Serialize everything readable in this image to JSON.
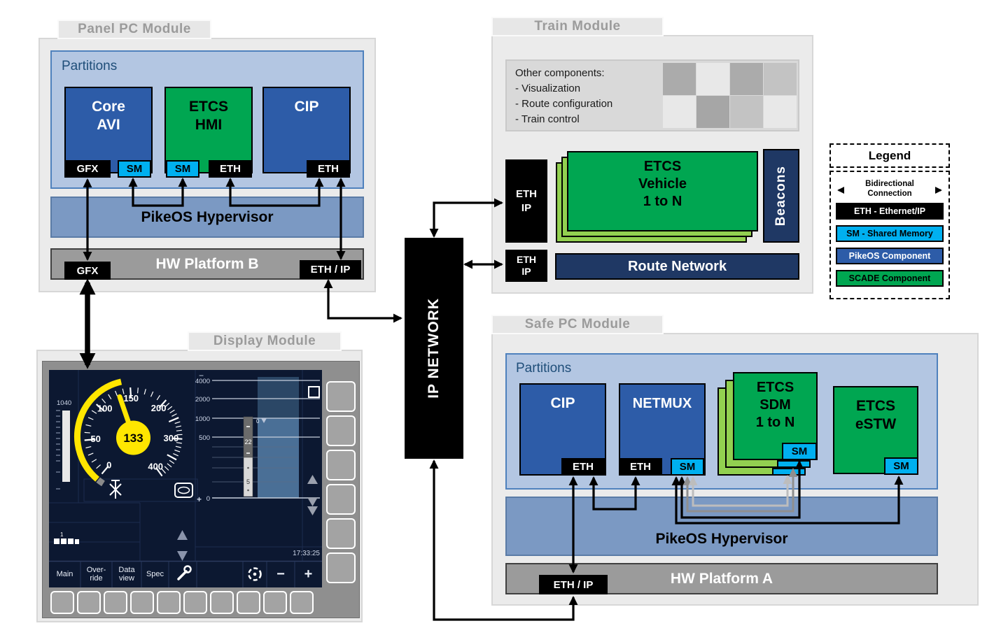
{
  "palette": {
    "pikeos_component_blue": "#2d5ca8",
    "scade_component_green": "#00a651",
    "stack_light_green": "#92d050",
    "shared_memory_cyan": "#00b0f0",
    "ethernet_black": "#000000",
    "deep_navy": "#1f3864",
    "hypervisor_blue": "#7b99c3",
    "partitions_light_blue": "#b3c6e2",
    "hw_platform_gray": "#9b9b9b",
    "dmi_screen_navy": "#0c1831",
    "dmi_speed_yellow": "#ffe600"
  },
  "panel": {
    "title": "Panel PC Module",
    "partitions": "Partitions",
    "core_avi": "Core\nAVI",
    "etcs_hmi": "ETCS\nHMI",
    "cip": "CIP",
    "tag_gfx": "GFX",
    "tag_sm_a": "SM",
    "tag_sm_b": "SM",
    "tag_eth_a": "ETH",
    "tag_eth_b": "ETH",
    "hypervisor": "PikeOS Hypervisor",
    "hw": "HW Platform B",
    "hw_gfx": "GFX",
    "hw_eth_ip": "ETH / IP"
  },
  "train": {
    "title": "Train Module",
    "other_heading": "Other components:",
    "other_items": [
      "- Visualization",
      "- Route configuration",
      "- Train control"
    ],
    "eth_ip_a": "ETH\nIP",
    "eth_ip_b": "ETH\nIP",
    "vehicle": "ETCS\nVehicle\n1 to N",
    "beacons": "Beacons",
    "route": "Route Network"
  },
  "ip_network": "IP NETWORK",
  "legend": {
    "title": "Legend",
    "bidirectional": "Bidirectional\nConnection",
    "items": [
      {
        "label": "ETH - Ethernet/IP",
        "bg": "#000000",
        "fg": "#ffffff"
      },
      {
        "label": "SM - Shared Memory",
        "bg": "#00b0f0",
        "fg": "#000000"
      },
      {
        "label": "PikeOS Component",
        "bg": "#2d5ca8",
        "fg": "#ffffff"
      },
      {
        "label": "SCADE Component",
        "bg": "#00a651",
        "fg": "#000000"
      }
    ]
  },
  "safe": {
    "title": "Safe PC Module",
    "partitions": "Partitions",
    "cip": "CIP",
    "netmux": "NETMUX",
    "sdm": "ETCS\nSDM\n1 to N",
    "estw": "ETCS\neSTW",
    "tag_cip_eth": "ETH",
    "tag_netmux_eth": "ETH",
    "tag_netmux_sm": "SM",
    "tag_sdm_sm": "SM",
    "tag_estw_sm": "SM",
    "hypervisor": "PikeOS Hypervisor",
    "hw": "HW Platform A",
    "hw_eth_ip": "ETH / IP"
  },
  "display": {
    "title": "Display Module",
    "speed": "133",
    "speed_labels": [
      "0",
      "50",
      "100",
      "150",
      "200",
      "300",
      "400"
    ],
    "left_scale": "1040",
    "indicator_one": "1",
    "dist_labels": [
      "4000",
      "2000",
      "1000",
      "500",
      "0"
    ],
    "dist_minus": "−",
    "dist_plus": "+",
    "grad_upper": "22",
    "grad_lower": "5",
    "grad_marker": "0",
    "clock": "17:33:25",
    "menu": [
      "Main",
      "Over-\nride",
      "Data\nview",
      "Spec"
    ],
    "zoom_minus": "−",
    "zoom_plus": "+"
  }
}
